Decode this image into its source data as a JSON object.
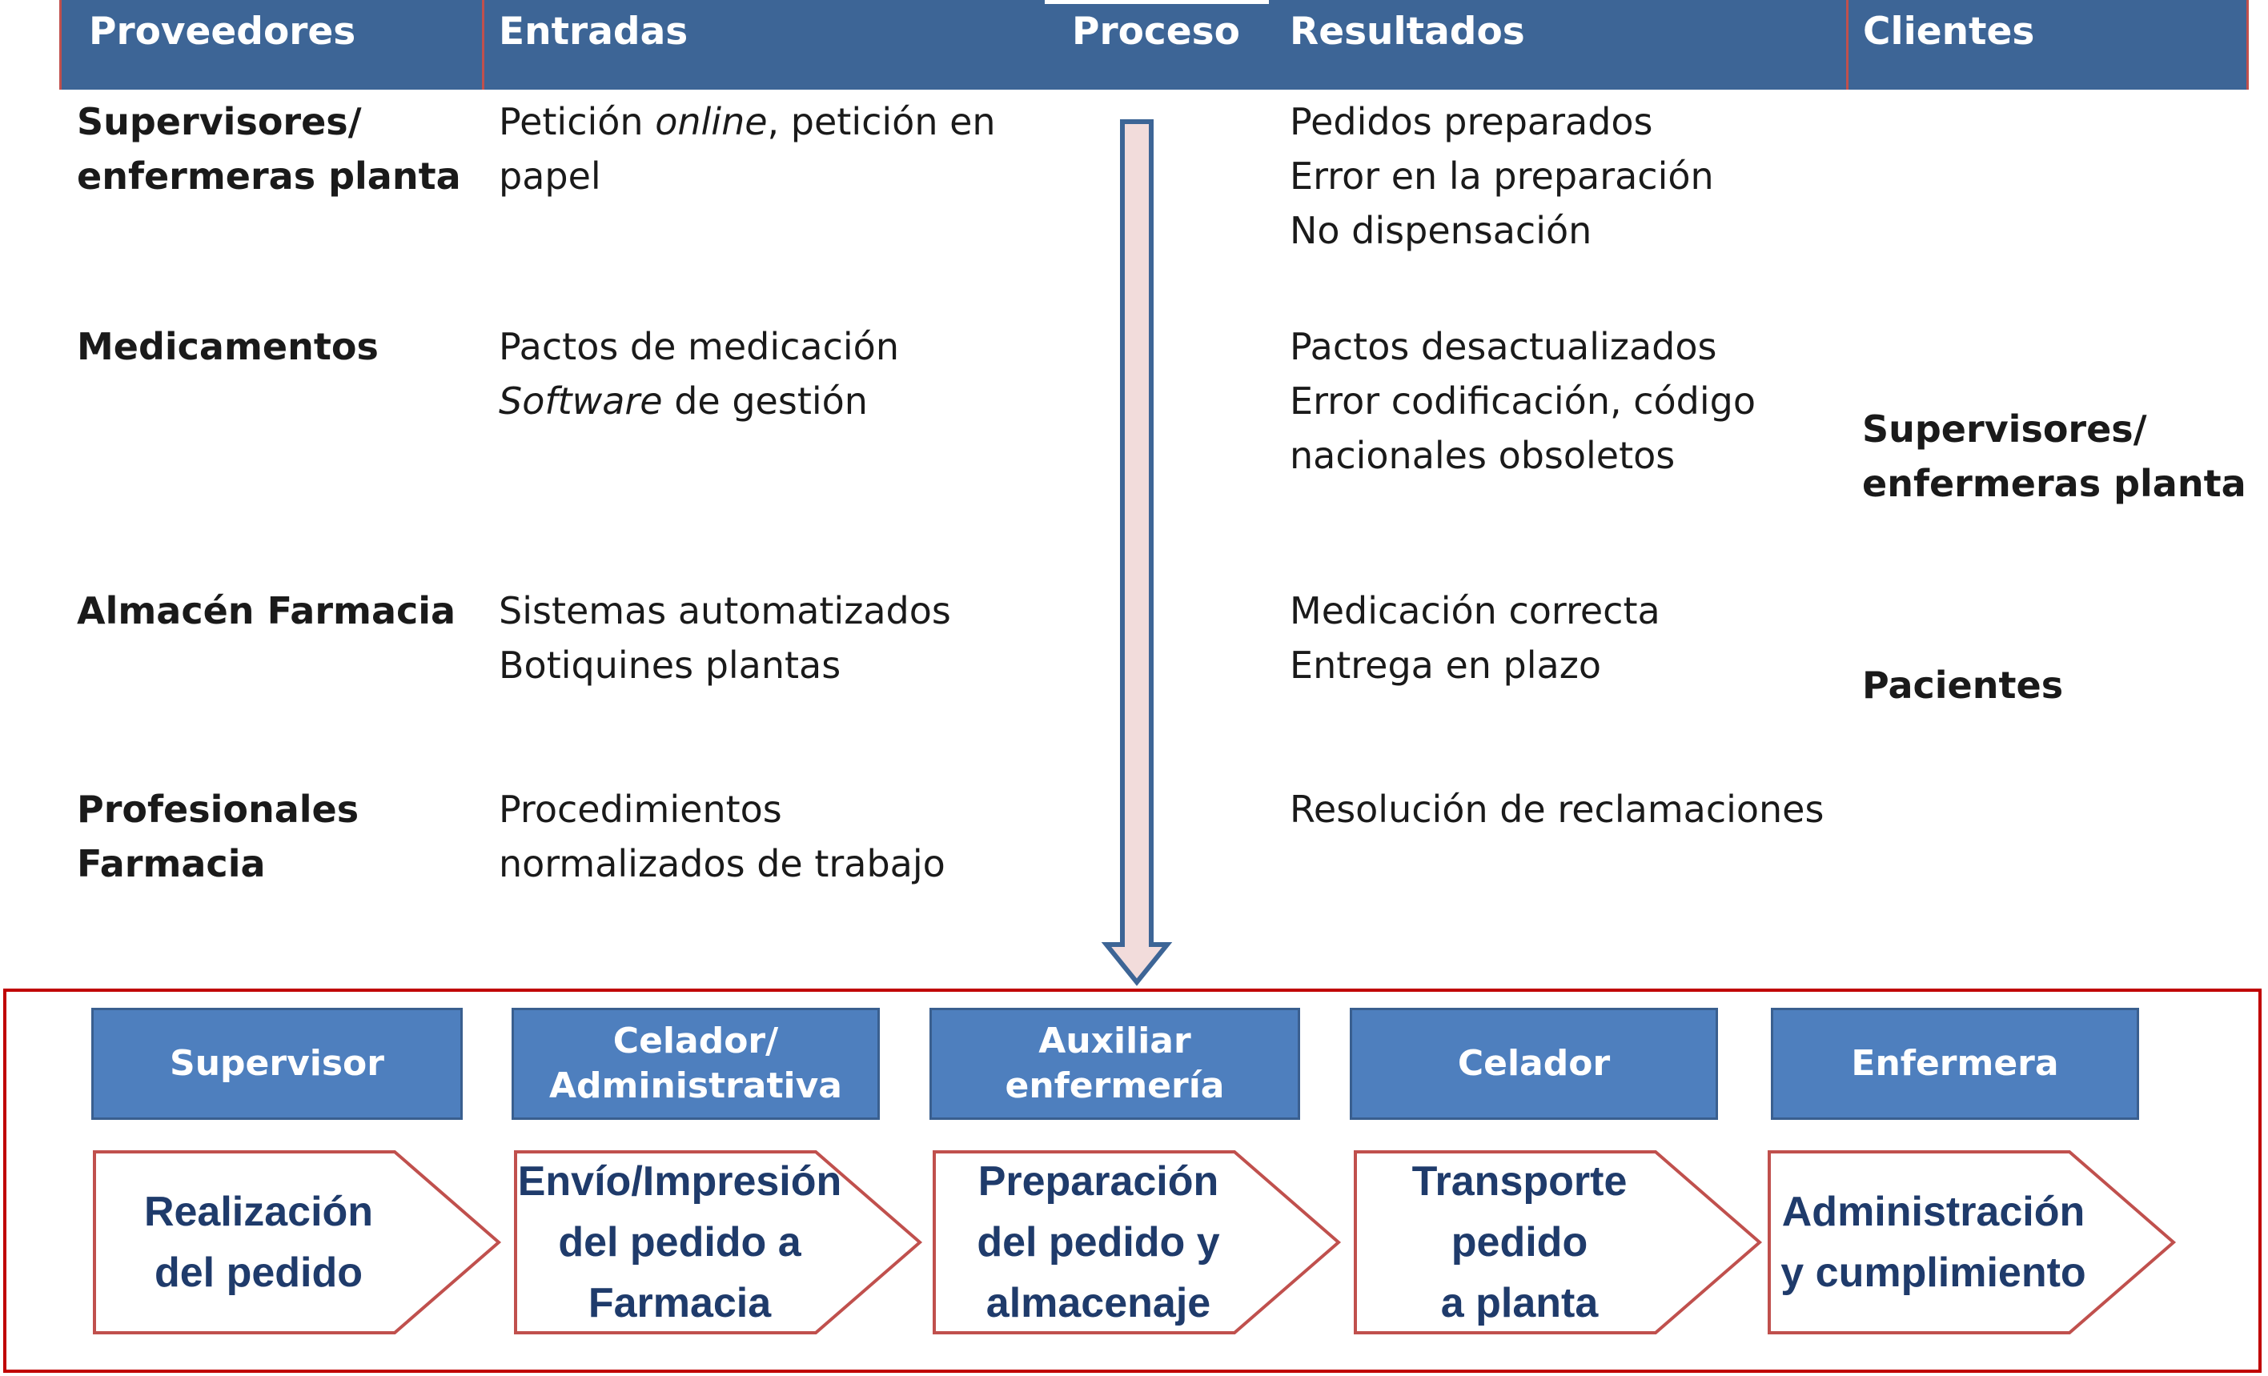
{
  "header": {
    "proveedores": "Proveedores",
    "entradas": "Entradas",
    "proceso": "Proceso",
    "resultados": "Resultados",
    "clientes": "Clientes"
  },
  "rows": [
    {
      "proveedor": "Supervisores/\nenfermeras planta",
      "entrada_pre": "Petición ",
      "entrada_italic": "online",
      "entrada_post": ", petición en\npapel",
      "resultado": "Pedidos preparados\nError en la preparación\nNo dispensación"
    },
    {
      "proveedor": "Medicamentos",
      "entrada_line1": "Pactos de medicación",
      "entrada_italic": "Software",
      "entrada_post": " de gestión",
      "resultado": "Pactos desactualizados\nError codificación, código\nnacionales obsoletos"
    },
    {
      "proveedor": "Almacén Farmacia",
      "entrada": "Sistemas automatizados\nBotiquines plantas",
      "resultado": "Medicación correcta\nEntrega en plazo"
    },
    {
      "proveedor": "Profesionales\nFarmacia",
      "entrada": "Procedimientos\nnormalizados de trabajo",
      "resultado": "Resolución de reclamaciones"
    }
  ],
  "clientes": [
    "Supervisores/\nenfermeras planta",
    "Pacientes"
  ],
  "roles": [
    "Supervisor",
    "Celador/\nAdministrativa",
    "Auxiliar\nenfermería",
    "Celador",
    "Enfermera"
  ],
  "steps": [
    "Realización\ndel pedido",
    "Envío/Impresión\ndel pedido a\nFarmacia",
    "Preparación\ndel pedido y\nalmacenaje",
    "Transporte\npedido\na planta",
    "Administración\ny cumplimiento"
  ],
  "colors": {
    "header_bg": "#3d6596",
    "role_bg": "#4e7fbe",
    "frame_border": "#c00000",
    "step_text": "#1f3b6b",
    "arrow_fill": "#f2dcdb",
    "arrow_stroke": "#3d6596"
  }
}
